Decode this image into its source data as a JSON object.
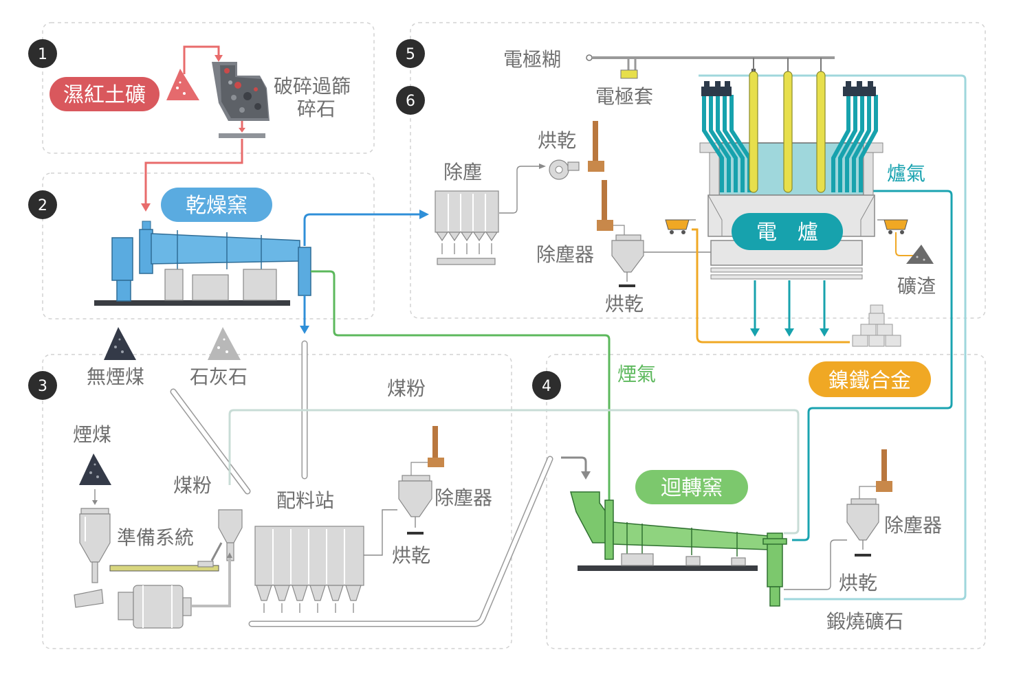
{
  "steps": [
    "1",
    "2",
    "3",
    "4",
    "5",
    "6"
  ],
  "labels": {
    "wet_laterite": "濕紅土礦",
    "crush_screen_1": "破碎過篩",
    "crush_screen_2": "碎石",
    "dryer_kiln": "乾燥窯",
    "anthracite": "無煙煤",
    "limestone": "石灰石",
    "bituminous": "煙煤",
    "coal_powder_top": "煤粉",
    "coal_powder_left": "煤粉",
    "prep_system": "準備系統",
    "batching_station": "配料站",
    "dust_collector_3": "除塵器",
    "drying_3": "烘乾",
    "flue_gas": "煙氣",
    "rotary_kiln": "迴轉窯",
    "dust_collector_4": "除塵器",
    "drying_4": "烘乾",
    "calcined_ore": "鍛燒礦石",
    "electrode_paste": "電極糊",
    "electrode_sleeve": "電極套",
    "drying_top": "烘乾",
    "dedust": "除塵",
    "dust_collector_6": "除塵器",
    "drying_6": "烘乾",
    "furnace_gas": "爐氣",
    "electric_furnace": "電　爐",
    "slag": "礦渣",
    "ferronickel": "鎳鐵合金"
  },
  "colors": {
    "red": "#e86b6b",
    "ore_pill": "#d9585d",
    "blue": "#2f8fd8",
    "kiln_blue": "#5aabe0",
    "green": "#5cb85c",
    "kiln_green": "#7cc86d",
    "teal": "#1aa3b0",
    "furnace_teal": "#17a2ad",
    "orange": "#f0a824",
    "light_teal": "#9fd7dc",
    "brown": "#b9773e"
  }
}
